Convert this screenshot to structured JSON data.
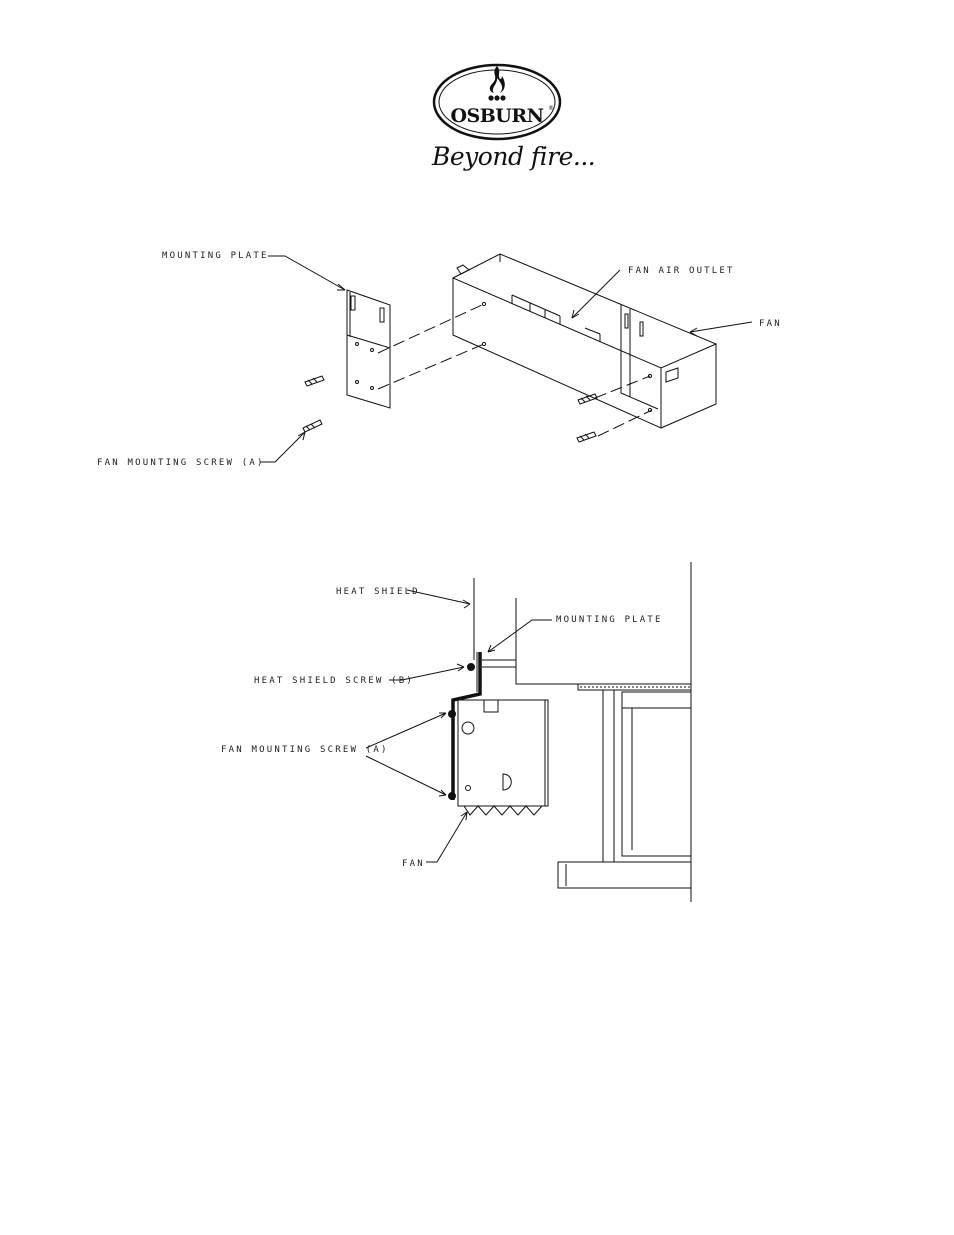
{
  "brand": {
    "name": "OSBURN",
    "tagline": "Beyond fire..."
  },
  "figure1": {
    "labels": {
      "mounting_plate": "MOUNTING PLATE",
      "fan_air_outlet": "FAN AIR OUTLET",
      "fan": "FAN",
      "fan_mounting_screw": "FAN MOUNTING SCREW (A)"
    }
  },
  "figure2": {
    "labels": {
      "heat_shield": "HEAT SHIELD",
      "mounting_plate": "MOUNTING PLATE",
      "heat_shield_screw": "HEAT SHIELD SCREW (B)",
      "fan_mounting_screw": "FAN MOUNTING SCREW (A)",
      "fan": "FAN"
    }
  }
}
